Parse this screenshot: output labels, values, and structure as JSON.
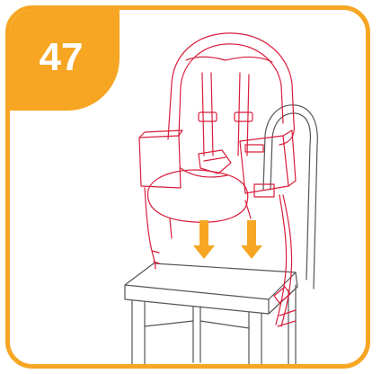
{
  "step": {
    "number": "47"
  },
  "colors": {
    "frame": "#f6a623",
    "badge": "#f6a623",
    "arrow": "#f6a623",
    "seat_outline": "#d81e3c",
    "chair_outline": "#555555"
  },
  "illustration": {
    "subject": "high-chair-seat-placed-on-chair",
    "arrows": 2
  }
}
